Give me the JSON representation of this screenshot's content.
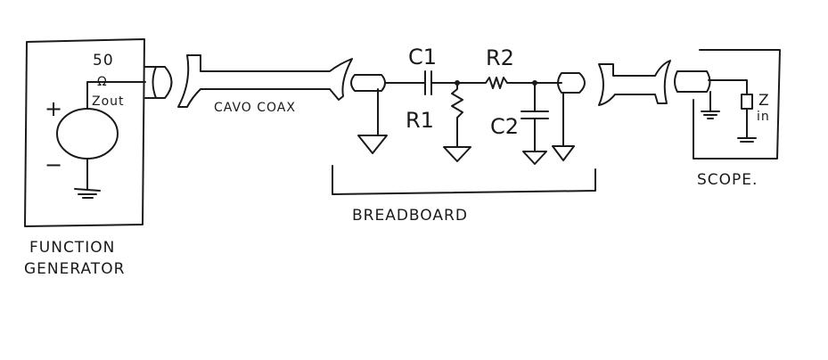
{
  "function_generator": {
    "title_line1": "FUNCTION",
    "title_line2": "GENERATOR",
    "impedance_value": "50",
    "impedance_unit": "Ω",
    "impedance_label": "Zout",
    "plus": "+",
    "minus": "−"
  },
  "cable": {
    "label": "CAVO COAX"
  },
  "breadboard": {
    "label": "BREADBOARD",
    "c1": "C1",
    "r1": "R1",
    "r2": "R2",
    "c2": "C2"
  },
  "scope": {
    "label": "SCOPE.",
    "zin": "Z",
    "zin_sub": "in"
  }
}
